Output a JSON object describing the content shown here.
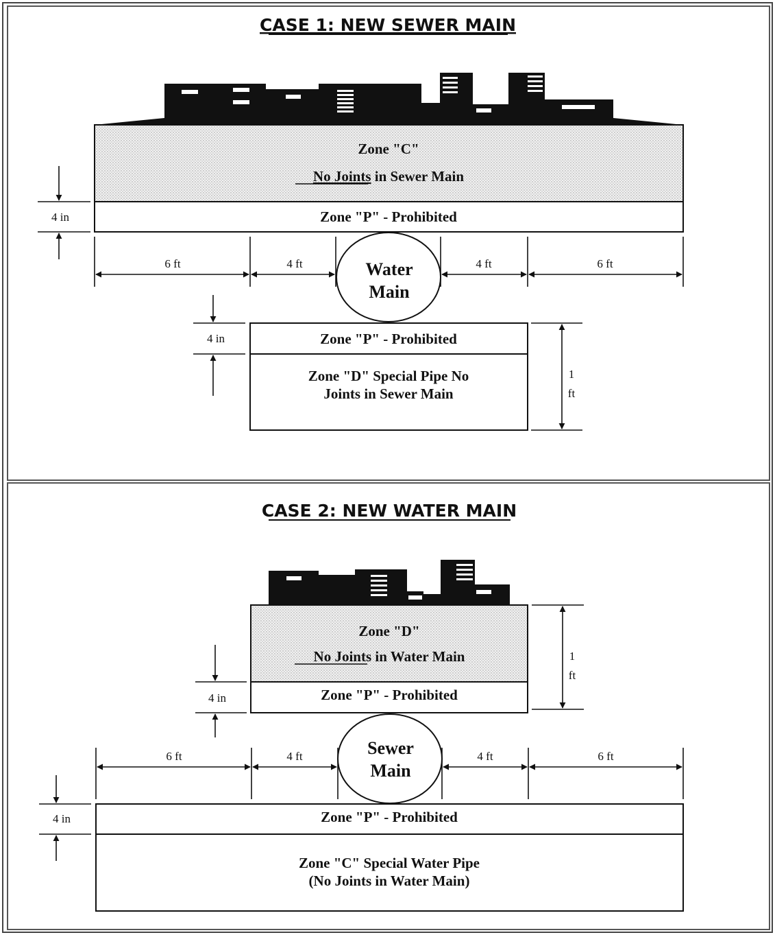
{
  "case1": {
    "title": "CASE 1: NEW SEWER MAIN",
    "zone_c_title": "Zone \"C\"",
    "zone_c_no_joints": "No Joints",
    "zone_c_rest": " in Sewer Main",
    "zone_p_upper": "Zone \"P\" - Prohibited",
    "zone_p_lower": "Zone \"P\" - Prohibited",
    "zone_d_line1": "Zone \"D\" Special Pipe No",
    "zone_d_line2": "Joints in Sewer Main",
    "pipe_line1": "Water",
    "pipe_line2": "Main",
    "dim_4in_left": "4 in",
    "dim_4in_lower": "4 in",
    "dim_6ft_left": "6 ft",
    "dim_4ft_left": "4 ft",
    "dim_4ft_right": "4 ft",
    "dim_6ft_right": "6 ft",
    "dim_1": "1",
    "dim_ft": "ft"
  },
  "case2": {
    "title": "CASE 2: NEW WATER MAIN",
    "zone_d_title": "Zone \"D\"",
    "zone_d_no_joints": "No Joints",
    "zone_d_rest": " in Water Main",
    "zone_p_upper": "Zone \"P\" - Prohibited",
    "zone_p_lower": "Zone \"P\" - Prohibited",
    "zone_c_line1": "Zone \"C\" Special Water Pipe",
    "zone_c_line2": "(No Joints in Water Main)",
    "pipe_line1": "Sewer",
    "pipe_line2": "Main",
    "dim_4in_upper": "4 in",
    "dim_4in_lower": "4 in",
    "dim_6ft_left": "6 ft",
    "dim_4ft_left": "4 ft",
    "dim_4ft_right": "4 ft",
    "dim_6ft_right": "6 ft",
    "dim_1": "1",
    "dim_ft": "ft"
  },
  "colors": {
    "ink": "#111111",
    "paper": "#ffffff",
    "zone_fill_dots": "#9a9a9a"
  }
}
